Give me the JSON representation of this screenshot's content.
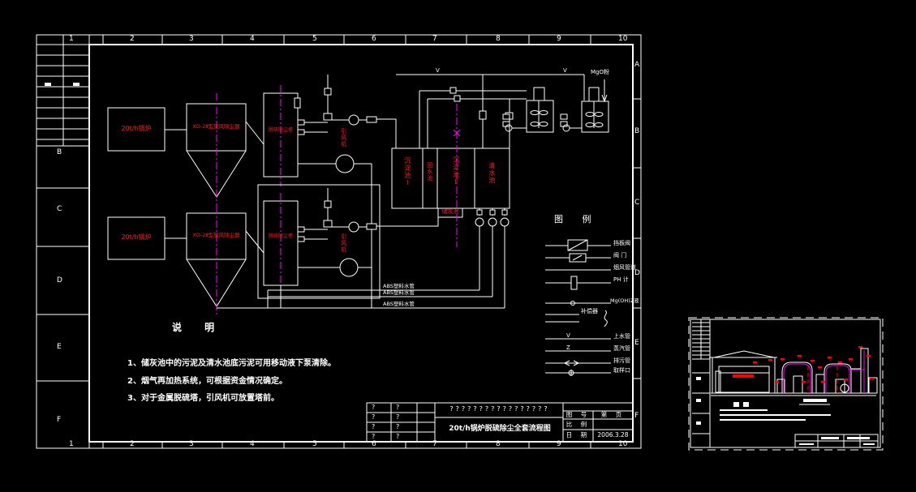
{
  "sheet": {
    "zones_top": [
      "1",
      "2",
      "3",
      "4",
      "5",
      "6",
      "7",
      "8",
      "9",
      "10"
    ],
    "zones_right": [
      "A",
      "B",
      "C",
      "D",
      "E",
      "F"
    ],
    "zones_left": [
      "B",
      "C",
      "D",
      "E",
      "F"
    ]
  },
  "equipment": {
    "boiler_1": "20t/h锅炉",
    "boiler_2": "20t/h锅炉",
    "cyclone_1": "XD-2Ⅱ型旋风除尘器",
    "cyclone_2": "XD-2Ⅱ型旋风除尘器",
    "tower_1": "脱硫除尘塔",
    "tower_2": "脱硫除尘塔",
    "fan_1": "引风机",
    "fan_2": "引风机",
    "pool_1": "沉淀池Ⅰ",
    "pool_2": "回水池",
    "pool_3": "沉淀池Ⅱ",
    "pool_4": "清水池",
    "ash_pool": "储灰池",
    "mgo_feed": "MgO粉"
  },
  "pipe_labels": {
    "abs_1": "ABS塑料水管",
    "abs_2": "ABS塑料水管",
    "abs_3": "ABS塑料水管",
    "valve_mark_1": "V",
    "valve_mark_2": "V"
  },
  "legend": {
    "title": "图  例",
    "items": [
      {
        "symbol": "damper",
        "label": "挡板阀"
      },
      {
        "symbol": "valve",
        "label": "阀 门"
      },
      {
        "symbol": "line",
        "label": "烟风管道"
      },
      {
        "symbol": "ph",
        "label": "PH 计"
      },
      {
        "symbol": "dosing",
        "label": "Mg(OH)2液"
      },
      {
        "symbol": "expansion",
        "label": "补偿器"
      },
      {
        "symbol": "V",
        "label": "上水管"
      },
      {
        "symbol": "Z",
        "label": "蒸汽管"
      },
      {
        "symbol": "arrow",
        "label": "排污管"
      },
      {
        "symbol": "drain",
        "label": "取样口"
      }
    ]
  },
  "notes": {
    "title": "说  明",
    "items": [
      "1、储灰池中的污泥及清水池底污泥可用移动液下泵清除。",
      "2、烟气再加热系统，可根据资金情况确定。",
      "3、对于金属脱硫塔，引风机可放置塔前。"
    ]
  },
  "title_block": {
    "rev_marks": [
      "?",
      "?",
      "?",
      "?",
      "?",
      "?",
      "?",
      "?"
    ],
    "company_row": "?????????????????",
    "drawing_title": "20t/h锅炉脱硫除尘全套流程图",
    "fields": [
      {
        "label": "图 号",
        "value": "第 页"
      },
      {
        "label": "比 例",
        "value": ""
      },
      {
        "label": "日 期",
        "value": "2006.3.28"
      }
    ]
  },
  "colors": {
    "background": "#000000",
    "line": "#ffffff",
    "equipment_text": "#ff0000",
    "centerline": "#ff00ff"
  }
}
